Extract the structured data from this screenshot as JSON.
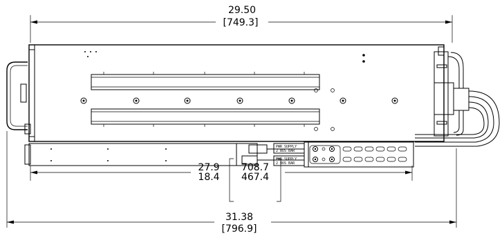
{
  "dimensions": {
    "top_width_in": "29.50",
    "top_width_mm": "[749.3]",
    "rail_length_in": "27.9",
    "rail_length_in_2": "18.4",
    "rail_length_mm": "708.7",
    "rail_length_mm_2": "467.4",
    "overall_in": "31.38",
    "overall_mm": "[796.9]"
  },
  "labels": {
    "psu_label_1": "PWR SUPPLY",
    "psu_label_1b": "2 BUS BAR",
    "psu_label_2": "PWR SUPPLY",
    "psu_label_2b": "2 BUS BAR"
  }
}
